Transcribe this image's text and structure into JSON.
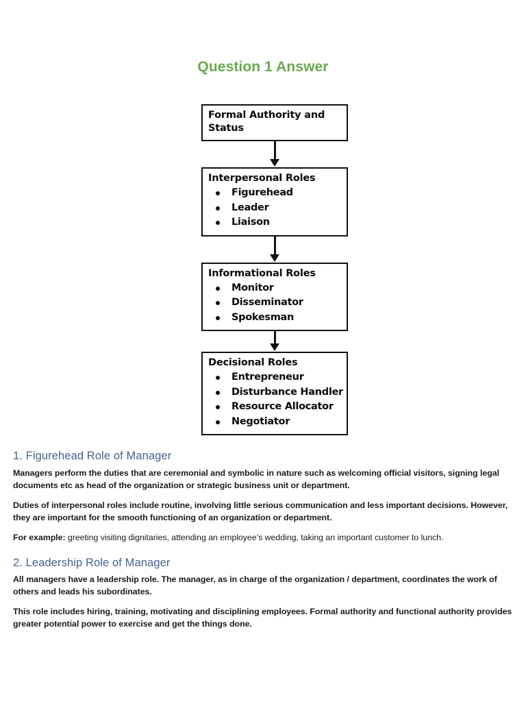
{
  "document": {
    "title": "Question 1 Answer",
    "title_color": "#6aa84f",
    "heading_color": "#44618d",
    "background_color": "#ffffff"
  },
  "diagram": {
    "name": "mintzberg-managerial-roles-flowchart",
    "orientation": "vertical",
    "connector": "down-arrow",
    "boxes": [
      {
        "title": "Formal Authority and Status",
        "items": []
      },
      {
        "title": "Interpersonal Roles",
        "items": [
          "Figurehead",
          "Leader",
          "Liaison"
        ]
      },
      {
        "title": "Informational Roles",
        "items": [
          "Monitor",
          "Disseminator",
          "Spokesman"
        ]
      },
      {
        "title": "Decisional Roles",
        "items": [
          "Entrepreneur",
          "Disturbance Handler",
          "Resource Allocator",
          "Negotiator"
        ]
      }
    ]
  },
  "sections": [
    {
      "heading": "1. Figurehead Role of Manager",
      "paragraphs": [
        {
          "text": "Managers perform the duties that are ceremonial and symbolic in nature such as welcoming official visitors, signing legal documents etc as head of the organization or strategic business unit or department."
        },
        {
          "text": "Duties of interpersonal roles include routine, involving little serious communication and less important decisions. However, they are important for the smooth functioning of an organization or department."
        },
        {
          "label": "For example:",
          "text": " greeting visiting dignitaries, attending an employee’s wedding, taking an important customer to lunch."
        }
      ]
    },
    {
      "heading": "2. Leadership Role of Manager",
      "paragraphs": [
        {
          "text": "All managers have a leadership role. The manager, as in charge of the organization / department, coordinates the work of others and leads his subordinates."
        },
        {
          "text": "This role includes hiring, training, motivating and disciplining employees. Formal authority and functional authority provides greater potential power to exercise and get the things done."
        }
      ]
    }
  ]
}
